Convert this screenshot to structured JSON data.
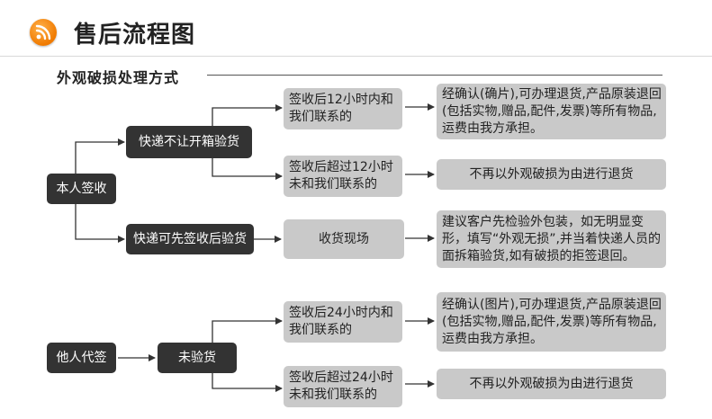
{
  "header": {
    "title": "售后流程图",
    "logo_icon": "rss-icon"
  },
  "section": {
    "title": "外观破损处理方式"
  },
  "nodes": {
    "self_sign": "本人签收",
    "courier_no_open": "快递不让开箱验货",
    "courier_sign_first": "快递可先签收后验货",
    "within12": "签收后12小时内和我们联系的",
    "over12": "签收后超过12小时未和我们联系的",
    "receive_site": "收货现场",
    "result_confirm_1": "经确认(确片),可办理退货,产品原装退回(包括实物,赠品,配件,发票)等所有物品,运费由我方承担。",
    "result_no_return_1": "不再以外观破损为由进行退货",
    "result_suggest": "建议客户先检验外包装，如无明显变形，填写“外观无损”,并当着快递人员的面拆箱验货,如有破损的拒签退回。",
    "other_sign": "他人代签",
    "not_inspected": "未验货",
    "within24": "签收后24小时内和我们联系的",
    "over24": "签收后超过24小时未和我们联系的",
    "result_confirm_2": "经确认(图片),可办理退货,产品原装退回(包括实物,赠品,配件,发票)等所有物品,运费由我方承担。",
    "result_no_return_2": "不再以外观破损为由进行退货"
  },
  "colors": {
    "dark_box": "#333333",
    "light_box": "#c9c9c9",
    "logo": "#f07a00"
  }
}
